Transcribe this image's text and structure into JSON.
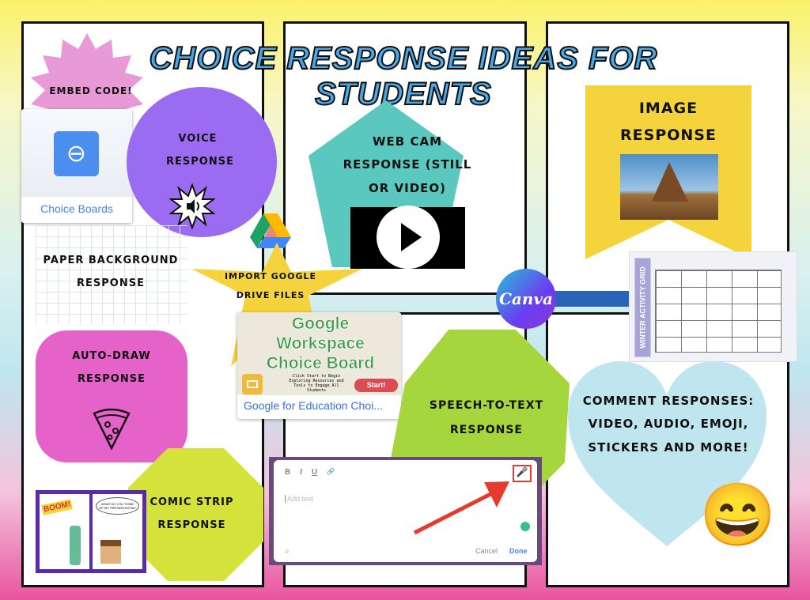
{
  "title": "Choice Response Ideas for Students",
  "left_panel": {
    "embed_badge": "Embed code!",
    "embed_card": {
      "label": "Choice Boards",
      "icon": "link-icon"
    },
    "voice": {
      "label": "Voice Response",
      "icon": "speaker-icon"
    },
    "paper": {
      "label": "Paper Background Response"
    },
    "autodraw": {
      "label": "Auto-Draw Response",
      "icon": "pizza-icon"
    },
    "comic": {
      "label": "Comic Strip Response",
      "strip_sfx": "BOOM!",
      "strip_bubble": "What do you think of my presentation?"
    }
  },
  "drive": {
    "label": "Import Google Drive Files",
    "icon": "google-drive-icon",
    "card": {
      "thumb_title": "Google Workspace Choice Board",
      "thumb_sub": "Click Start to Begin Exploring Resources and Tools to Engage All Students",
      "thumb_button": "Start!",
      "caption": "Google for Education Choi...",
      "icon": "google-slides-icon"
    }
  },
  "webcam": {
    "label": "Web Cam Response (Still or Video)",
    "icon": "play-icon"
  },
  "image": {
    "label": "Image Response"
  },
  "canva": {
    "label": "Canva",
    "grid_title": "Winter Activity Grid"
  },
  "speech": {
    "label": "Speech-to-Text Response",
    "editor": {
      "toolbar": [
        "B",
        "I",
        "U",
        "🔗"
      ],
      "placeholder": "Add text",
      "cancel": "Cancel",
      "done": "Done"
    }
  },
  "comments": {
    "label": "Comment Responses: Video, Audio, Emoji, Stickers and More!",
    "emoji": "😄"
  },
  "colors": {
    "title": "#4aa8e6",
    "voice": "#9b6cf2",
    "autodraw": "#e562c9",
    "webcam": "#5bc8c0",
    "image": "#f5d33c",
    "speech": "#a6d63d",
    "comic": "#d6e23c",
    "comments": "#bfe5ee",
    "embed": "#e79ad6"
  }
}
